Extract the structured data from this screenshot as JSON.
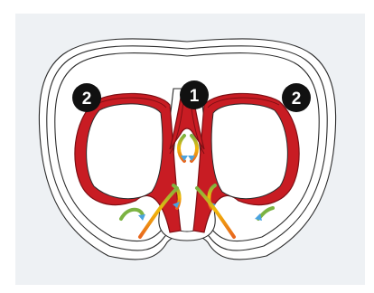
{
  "diagram": {
    "labels": [
      {
        "id": "center",
        "text": "1"
      },
      {
        "id": "left",
        "text": "2"
      },
      {
        "id": "right",
        "text": "2"
      }
    ],
    "colors": {
      "background": "#eef1f4",
      "outline": "#2b2b2b",
      "skirt_fill": "#ffffff",
      "frame_red": "#c81c23",
      "frame_dark_red": "#7e0f14",
      "badge": "#111111",
      "flow_arrow": "#4aa3df",
      "flow_green": "#7cb342",
      "flow_yellow": "#f2b807",
      "flow_orange": "#e8661e"
    }
  }
}
